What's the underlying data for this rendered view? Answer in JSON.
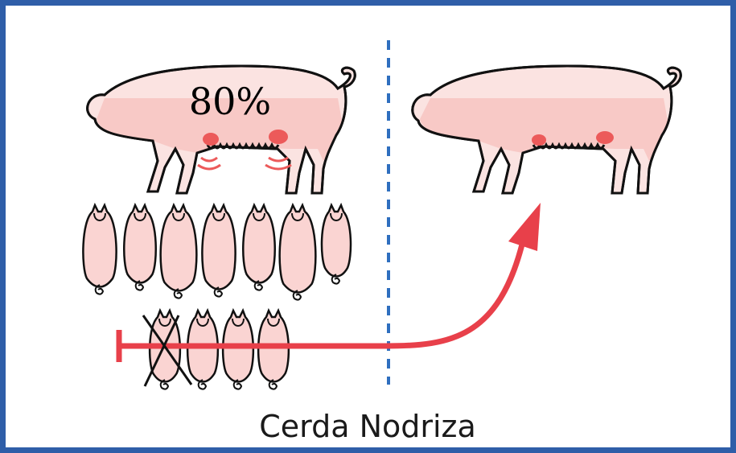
{
  "diagram": {
    "left_sow_fill_label": "80%",
    "caption": "Cerda Nodriza"
  },
  "colors": {
    "border": "#2f5ea8",
    "pig_fill": "#fad4d2",
    "belly_fill": "#f8c9c6",
    "teat_accent": "#ec5a5a",
    "arrow": "#e8404a",
    "divider": "#2f6fbf",
    "outline": "#111111"
  },
  "icons": {
    "sow_left": "sow-icon",
    "sow_right": "sow-icon",
    "piglet": "piglet-icon",
    "crossed_piglet": "crossed-piglet-icon",
    "arrow": "transfer-arrow-icon"
  },
  "piglets": {
    "top_row_count": 7,
    "bottom_row_count": 4,
    "crossed_out_count": 1
  }
}
